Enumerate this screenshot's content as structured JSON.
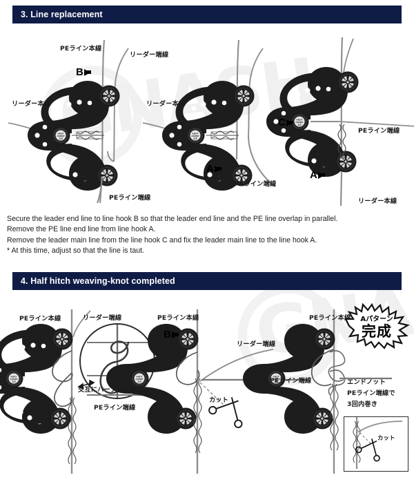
{
  "document": {
    "title": "Line replacement / Half hitch weaving-knot completed instructions",
    "watermark_text": "GNASH",
    "header_bg": "#0f1c45",
    "header_fg": "#ffffff",
    "page_bg": "#ffffff"
  },
  "sections": [
    {
      "id": "section-3",
      "header": "3. Line replacement",
      "instructions": [
        "Secure the leader end line to line hook B so that the leader end line and the PE line overlap in parallel.",
        "Remove the PE line end line from line hook A.",
        "Remove the leader main line from the line hook C and fix the leader main line to the line hook A.",
        "* At this time, adjust so that the line is taut."
      ],
      "figures": [
        {
          "id": "figure-3-1",
          "marker": {
            "letter": "B",
            "direction": "right"
          },
          "labels": [
            {
              "text": "PEライン本線",
              "role": "pe-main-line"
            },
            {
              "text": "リーダー端線",
              "role": "leader-end-line"
            },
            {
              "text": "リーダー本線",
              "role": "leader-main-line"
            },
            {
              "text": "PEライン端線",
              "role": "pe-end-line"
            }
          ]
        },
        {
          "id": "figure-3-2",
          "marker": {
            "letter": "A",
            "direction": "right"
          },
          "labels": [
            {
              "text": "リーダー本線",
              "role": "leader-main-line"
            },
            {
              "text": "PEライン端線",
              "role": "pe-end-line"
            }
          ]
        },
        {
          "id": "figure-3-3",
          "marker": {
            "letter": "C",
            "direction": "right"
          },
          "marker2": {
            "letter": "A",
            "direction": "right"
          },
          "labels": [
            {
              "text": "PEライン端線",
              "role": "pe-end-line"
            },
            {
              "text": "リーダー本線",
              "role": "leader-main-line"
            }
          ]
        }
      ]
    },
    {
      "id": "section-4",
      "header": "4. Half hitch weaving-knot completed",
      "instructions": [],
      "figures": [
        {
          "id": "figure-4-1",
          "labels": [
            {
              "text": "PEライン本線",
              "role": "pe-main-line"
            },
            {
              "text": "リーダー端線",
              "role": "leader-end-line"
            },
            {
              "text": "交互にハーフヒッチ",
              "role": "alternating-half-hitch"
            },
            {
              "text": "PEライン端線",
              "role": "pe-end-line"
            }
          ]
        },
        {
          "id": "figure-4-2",
          "marker": {
            "letter": "B",
            "direction": "right"
          },
          "labels": [
            {
              "text": "PEライン本線",
              "role": "pe-main-line"
            },
            {
              "text": "リーダー端線",
              "role": "leader-end-line"
            },
            {
              "text": "PEライン端線",
              "role": "pe-end-line"
            },
            {
              "text": "カット",
              "role": "cut"
            }
          ]
        },
        {
          "id": "figure-4-3",
          "badge": {
            "line1": "Aパターン",
            "line2": "完成"
          },
          "labels": [
            {
              "text": "PEライン本線",
              "role": "pe-main-line"
            },
            {
              "text": "エンドノット",
              "role": "end-knot"
            },
            {
              "text": "PEライン端線で",
              "role": "with-pe-end-line"
            },
            {
              "text": "3回内巻き",
              "role": "three-inner-wraps"
            },
            {
              "text": "カット",
              "role": "cut-inset"
            }
          ]
        }
      ]
    }
  ]
}
